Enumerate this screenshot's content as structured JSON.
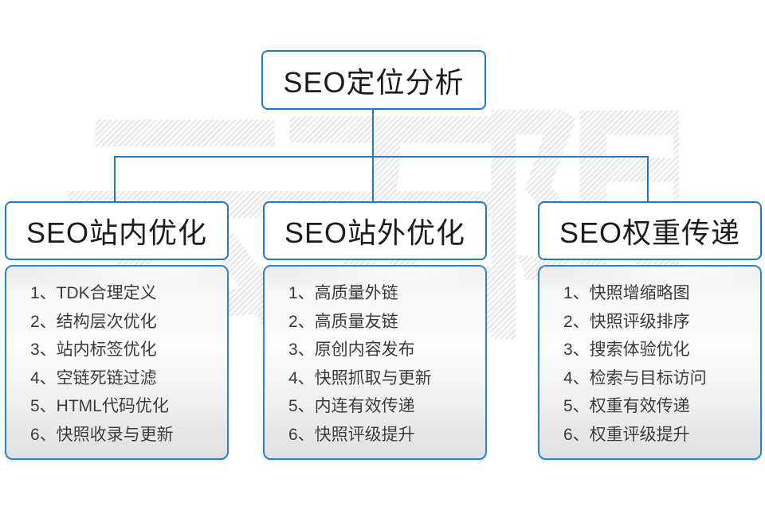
{
  "watermark": {
    "text": "云无限"
  },
  "colors": {
    "accent": "#2477c2",
    "box_background": "#ffffff",
    "list_gradient_top": "#eaeaea",
    "list_gradient_bottom": "#e0e0e0"
  },
  "root": {
    "title": "SEO定位分析"
  },
  "branches": [
    {
      "title": "SEO站内优化",
      "items": [
        "1、TDK合理定义",
        "2、结构层次优化",
        "3、站内标签优化",
        "4、空链死链过滤",
        "5、HTML代码优化",
        "6、快照收录与更新"
      ]
    },
    {
      "title": "SEO站外优化",
      "items": [
        "1、高质量外链",
        "2、高质量友链",
        "3、原创内容发布",
        "4、快照抓取与更新",
        "5、内连有效传递",
        "6、快照评级提升"
      ]
    },
    {
      "title": "SEO权重传递",
      "items": [
        "1、快照增缩略图",
        "2、快照评级排序",
        "3、搜索体验优化",
        "4、检索与目标访问",
        "5、权重有效传递",
        "6、权重评级提升"
      ]
    }
  ]
}
